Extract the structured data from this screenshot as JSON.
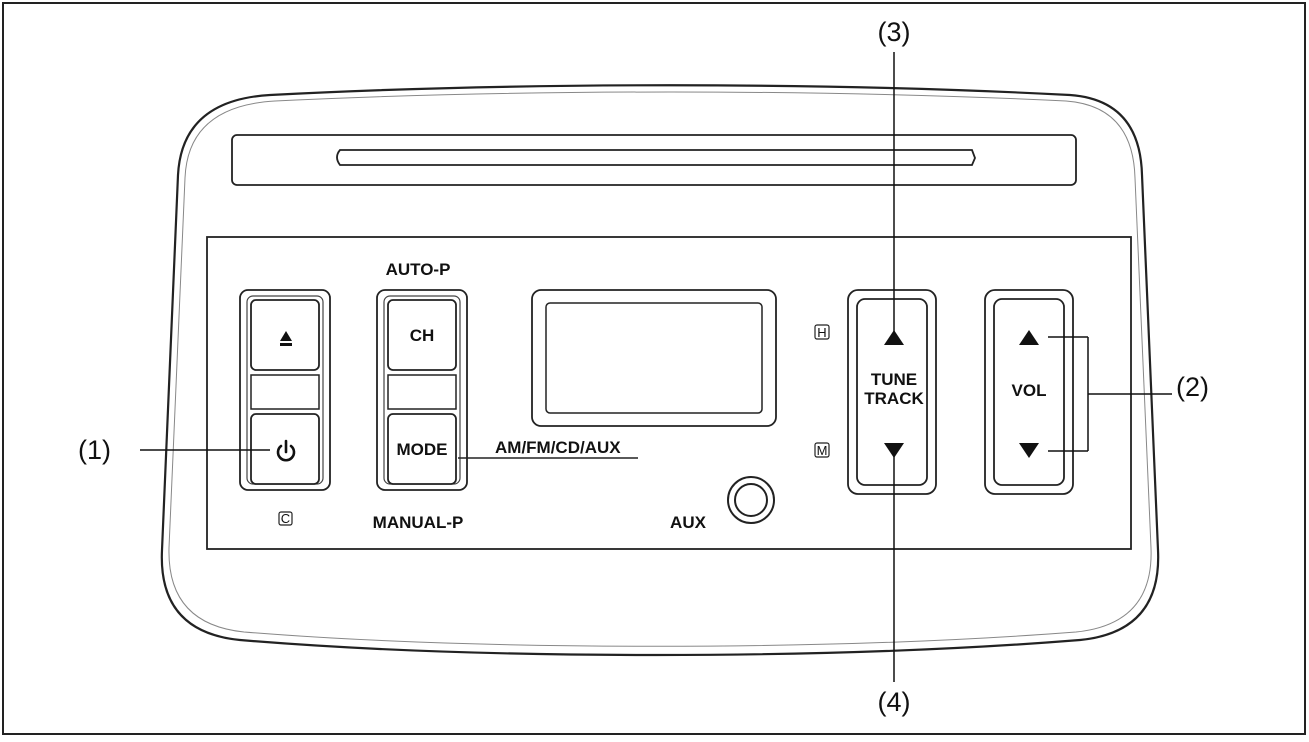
{
  "labels": {
    "auto_p": "AUTO-P",
    "manual_p": "MANUAL-P",
    "am_fm_cd_aux": "AM/FM/CD/AUX",
    "aux": "AUX",
    "ch": "CH",
    "mode": "MODE",
    "tune": "TUNE",
    "track": "TRACK",
    "vol": "VOL",
    "h_symbol": "H",
    "m_symbol": "M",
    "c_symbol": "C"
  },
  "callouts": {
    "c1": "(1)",
    "c2": "(2)",
    "c3": "(3)",
    "c4": "(4)"
  },
  "icons": {
    "eject": "eject-icon",
    "power": "power-icon",
    "up": "triangle-up-icon",
    "down": "triangle-down-icon"
  }
}
